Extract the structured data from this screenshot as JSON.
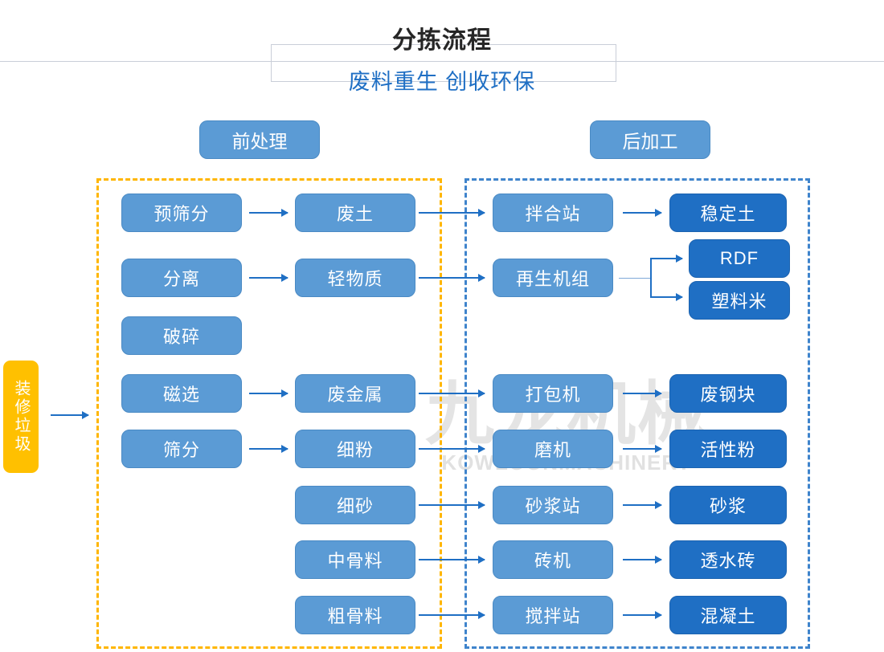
{
  "header": {
    "title": "分拣流程",
    "subtitle": "废料重生 创收环保"
  },
  "watermark": {
    "cn": "九龙机械",
    "en": "KOWLOONMACHINERY"
  },
  "sections": {
    "pre": "前处理",
    "post": "后加工"
  },
  "source": {
    "label": "装修垃圾"
  },
  "colors": {
    "node_light": "#5b9bd5",
    "node_dark": "#1f6fc4",
    "zone_pre_border": "#ffb600",
    "zone_post_border": "#3f84cc",
    "source_bg": "#ffc000",
    "accent_text": "#1f6fc4",
    "title_text": "#262626",
    "rule": "#c9ced8"
  },
  "flow": {
    "process_nodes": [
      {
        "label": "预筛分"
      },
      {
        "label": "分离"
      },
      {
        "label": "破碎"
      },
      {
        "label": "磁选"
      },
      {
        "label": "筛分"
      }
    ],
    "material_nodes": [
      {
        "label": "废土"
      },
      {
        "label": "轻物质"
      },
      {
        "label": "废金属"
      },
      {
        "label": "细粉"
      },
      {
        "label": "细砂"
      },
      {
        "label": "中骨料"
      },
      {
        "label": "粗骨料"
      }
    ],
    "equipment_nodes": [
      {
        "label": "拌合站"
      },
      {
        "label": "再生机组"
      },
      {
        "label": "打包机"
      },
      {
        "label": "磨机"
      },
      {
        "label": "砂浆站"
      },
      {
        "label": "砖机"
      },
      {
        "label": "搅拌站"
      }
    ],
    "product_nodes": [
      {
        "label": "稳定土"
      },
      {
        "label": "RDF"
      },
      {
        "label": "塑料米"
      },
      {
        "label": "废钢块"
      },
      {
        "label": "活性粉"
      },
      {
        "label": "砂浆"
      },
      {
        "label": "透水砖"
      },
      {
        "label": "混凝土"
      }
    ]
  }
}
